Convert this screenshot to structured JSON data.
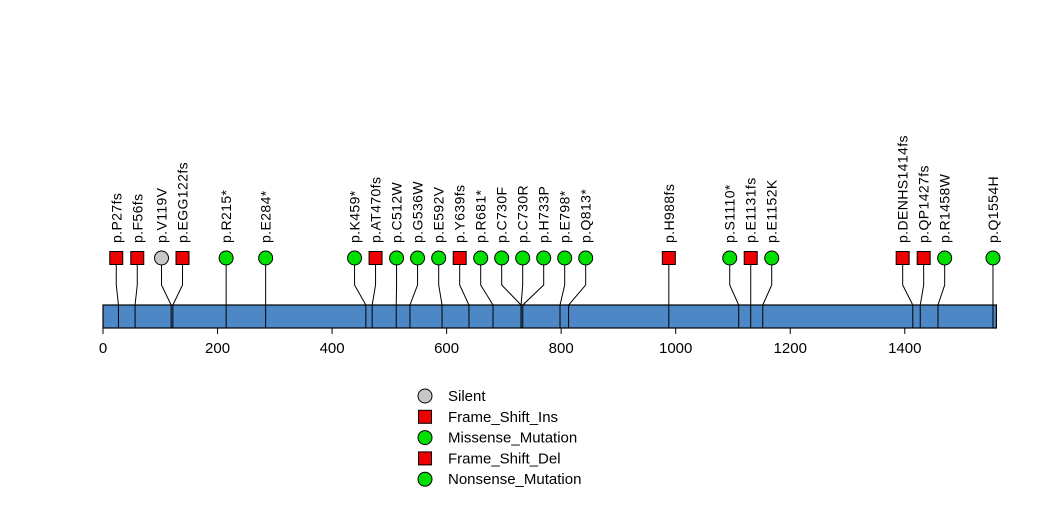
{
  "figure": {
    "background": "#ffffff"
  },
  "chart_data": {
    "type": "lollipop",
    "title": "",
    "xlabel": "",
    "ylabel": "",
    "protein_length": 1560,
    "xlim": [
      0,
      1560
    ],
    "xticks": [
      0,
      200,
      400,
      600,
      800,
      1000,
      1200,
      1400
    ],
    "grid": false,
    "legend_position": "bottom-center",
    "backbone_color": "#4e87c5",
    "marker_colors": {
      "silent": "#c8c8c8",
      "frame_shift": "#ee0000",
      "missense": "#00e000",
      "nonsense": "#00e000"
    },
    "mutations": [
      {
        "label": "p.P27fs",
        "position": 27,
        "shape": "square",
        "kind": "frame_shift"
      },
      {
        "label": "p.F56fs",
        "position": 56,
        "shape": "square",
        "kind": "frame_shift"
      },
      {
        "label": "p.V119V",
        "position": 119,
        "shape": "circle",
        "kind": "silent"
      },
      {
        "label": "p.EGG122fs",
        "position": 122,
        "shape": "square",
        "kind": "frame_shift"
      },
      {
        "label": "p.R215*",
        "position": 215,
        "shape": "circle",
        "kind": "nonsense"
      },
      {
        "label": "p.E284*",
        "position": 284,
        "shape": "circle",
        "kind": "nonsense"
      },
      {
        "label": "p.K459*",
        "position": 459,
        "shape": "circle",
        "kind": "nonsense"
      },
      {
        "label": "p.AT470fs",
        "position": 470,
        "shape": "square",
        "kind": "frame_shift"
      },
      {
        "label": "p.C512W",
        "position": 512,
        "shape": "circle",
        "kind": "missense"
      },
      {
        "label": "p.G536W",
        "position": 536,
        "shape": "circle",
        "kind": "missense"
      },
      {
        "label": "p.E592V",
        "position": 592,
        "shape": "circle",
        "kind": "missense"
      },
      {
        "label": "p.Y639fs",
        "position": 639,
        "shape": "square",
        "kind": "frame_shift"
      },
      {
        "label": "p.R681*",
        "position": 681,
        "shape": "circle",
        "kind": "nonsense"
      },
      {
        "label": "p.C730F",
        "position": 730,
        "shape": "circle",
        "kind": "missense"
      },
      {
        "label": "p.C730R",
        "position": 730,
        "shape": "circle",
        "kind": "missense"
      },
      {
        "label": "p.H733P",
        "position": 733,
        "shape": "circle",
        "kind": "missense"
      },
      {
        "label": "p.E798*",
        "position": 798,
        "shape": "circle",
        "kind": "nonsense"
      },
      {
        "label": "p.Q813*",
        "position": 813,
        "shape": "circle",
        "kind": "nonsense"
      },
      {
        "label": "p.H988fs",
        "position": 988,
        "shape": "square",
        "kind": "frame_shift"
      },
      {
        "label": "p.S1110*",
        "position": 1110,
        "shape": "circle",
        "kind": "nonsense"
      },
      {
        "label": "p.E1131fs",
        "position": 1131,
        "shape": "square",
        "kind": "frame_shift"
      },
      {
        "label": "p.E1152K",
        "position": 1152,
        "shape": "circle",
        "kind": "missense"
      },
      {
        "label": "p.DENHS1414fs",
        "position": 1414,
        "shape": "square",
        "kind": "frame_shift"
      },
      {
        "label": "p.QP1427fs",
        "position": 1427,
        "shape": "square",
        "kind": "frame_shift"
      },
      {
        "label": "p.R1458W",
        "position": 1458,
        "shape": "circle",
        "kind": "missense"
      },
      {
        "label": "p.Q1554H",
        "position": 1554,
        "shape": "circle",
        "kind": "missense"
      }
    ],
    "legend": [
      {
        "label": "Silent",
        "shape": "circle",
        "kind": "silent"
      },
      {
        "label": "Frame_Shift_Ins",
        "shape": "square",
        "kind": "frame_shift"
      },
      {
        "label": "Missense_Mutation",
        "shape": "circle",
        "kind": "missense"
      },
      {
        "label": "Frame_Shift_Del",
        "shape": "square",
        "kind": "frame_shift"
      },
      {
        "label": "Nonsense_Mutation",
        "shape": "circle",
        "kind": "nonsense"
      }
    ]
  }
}
